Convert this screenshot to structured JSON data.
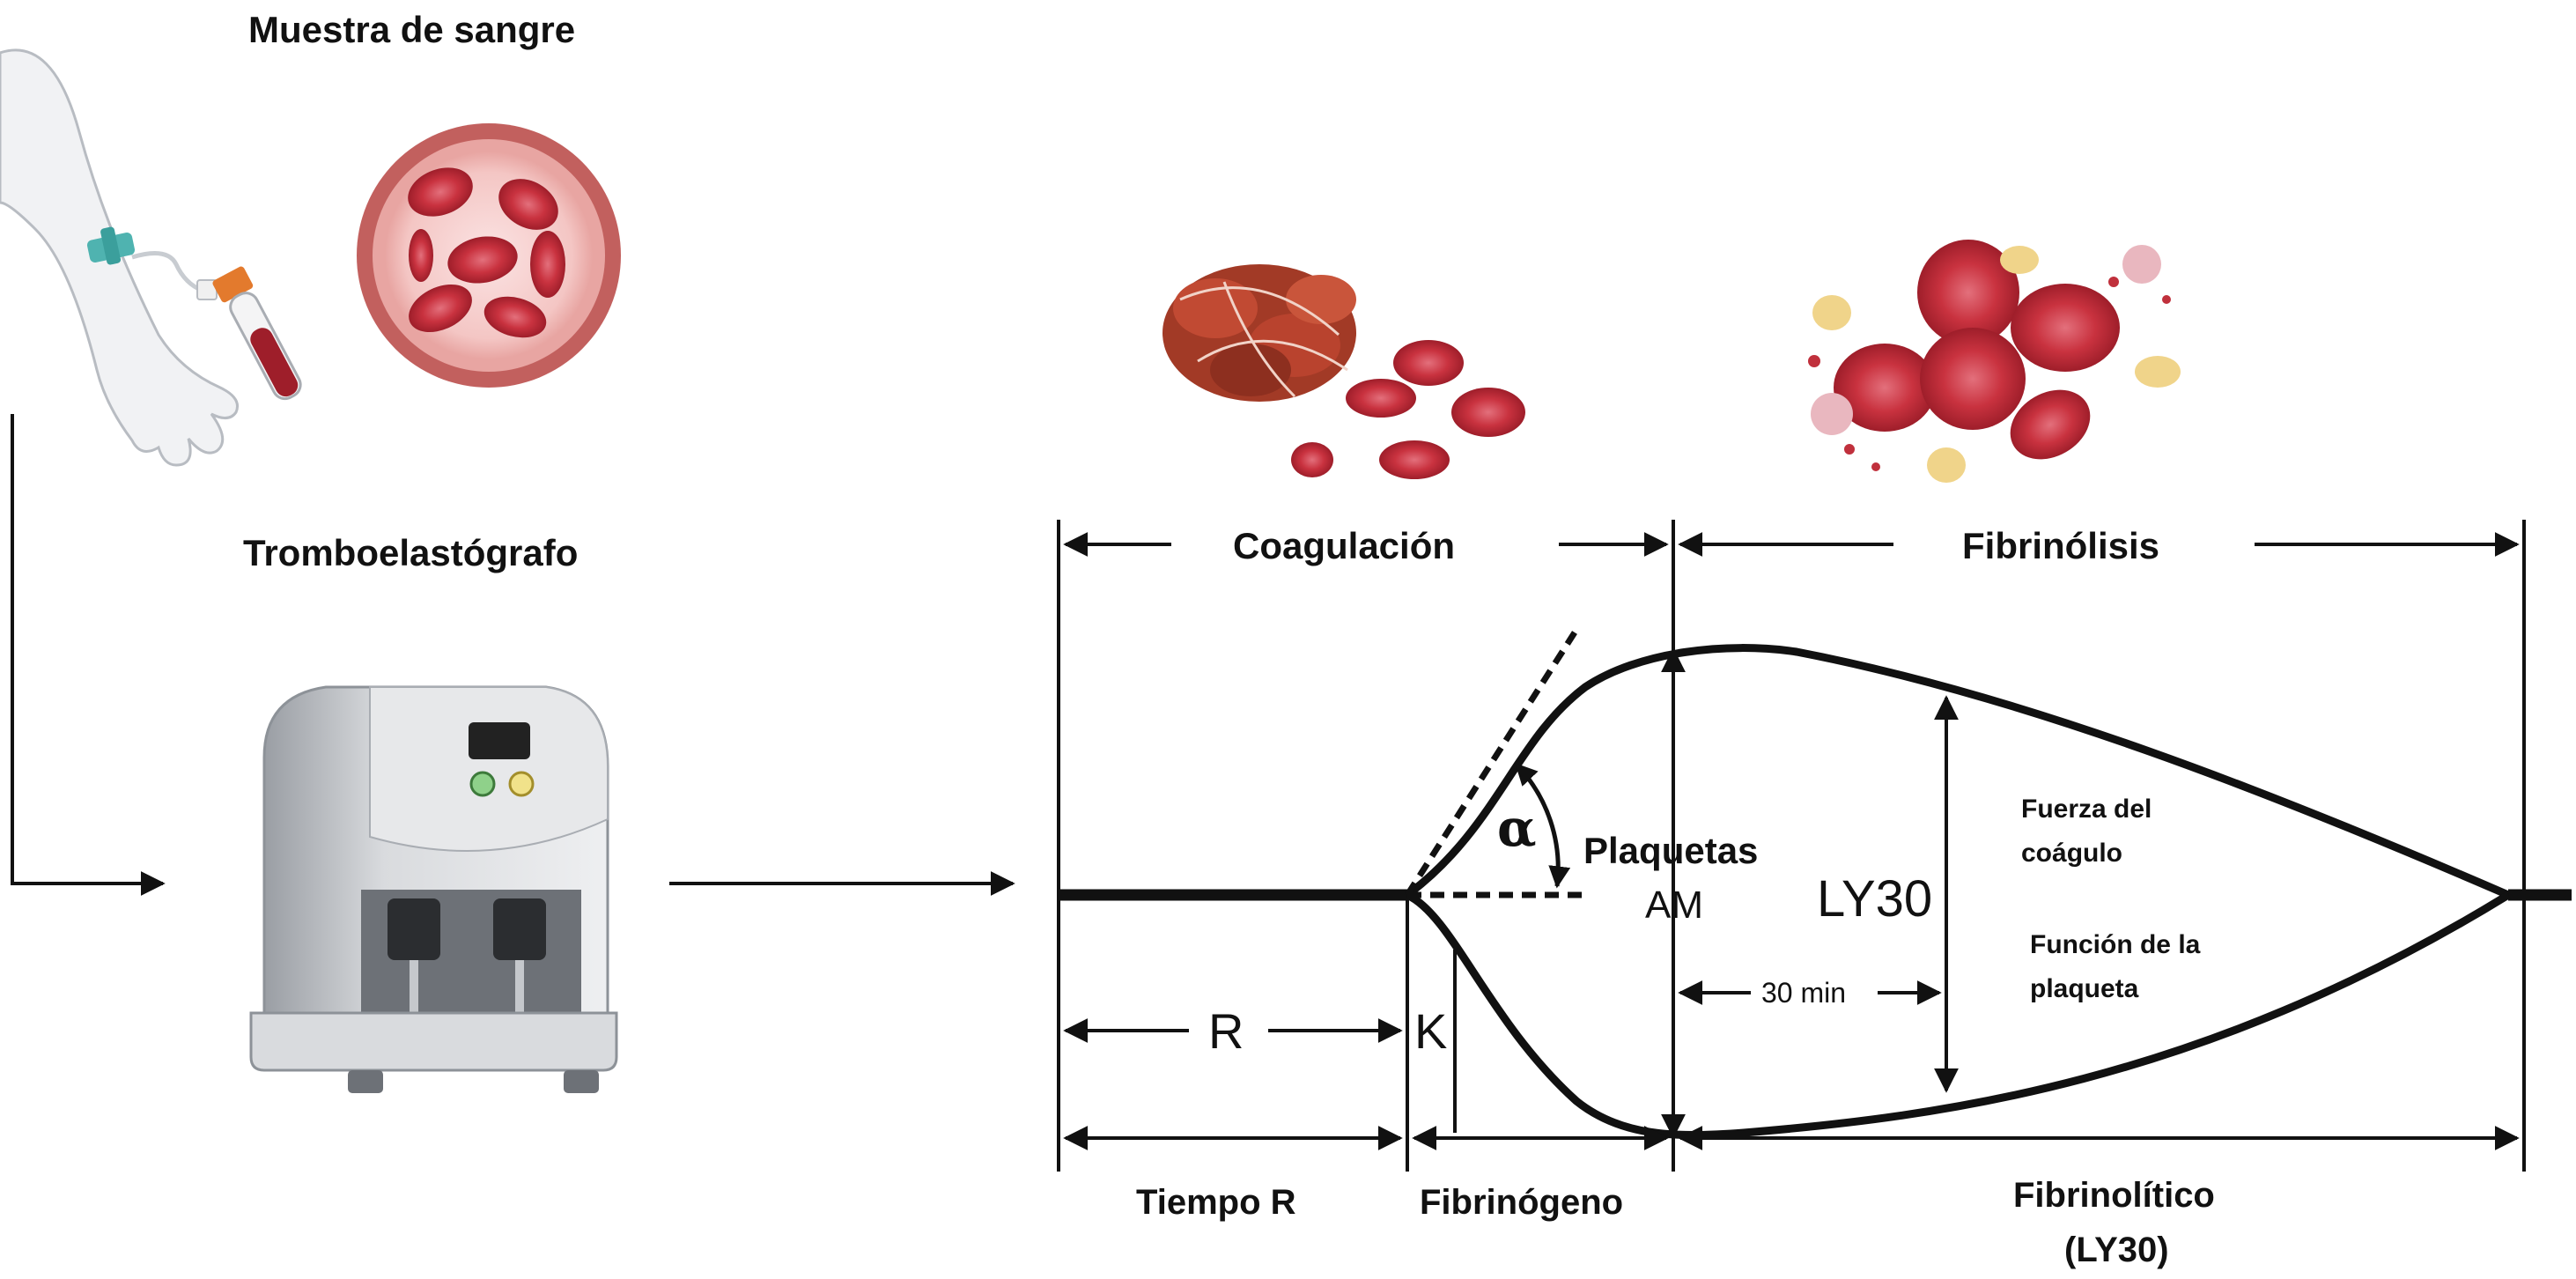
{
  "left_panel": {
    "sample_title": "Muestra de sangre",
    "device_title": "Tromboelastógrafo"
  },
  "phases": {
    "coagulation": "Coagulación",
    "fibrinolysis": "Fibrinólisis"
  },
  "curve_labels": {
    "alpha": "α",
    "platelets": "Plaquetas",
    "am": "AM",
    "ly30": "LY30",
    "clot_strength_line1": "Fuerza del",
    "clot_strength_line2": "coágulo",
    "platelet_function_line1": "Función de la",
    "platelet_function_line2": "plaqueta",
    "thirty_min": "30 min",
    "r": "R",
    "k": "K"
  },
  "bottom_labels": {
    "r_time": "Tiempo R",
    "fibrinogen": "Fibrinógeno",
    "fibrinolytic_line1": "Fibrinolítico",
    "fibrinolytic_line2": "(LY30)"
  },
  "colors": {
    "line": "#111111",
    "blood_red": "#c0303c",
    "clot_brown": "#a23a26",
    "device_gray": "#cfd1d4",
    "skin": "#f1f2f4",
    "tourniquet": "#4fb3b0",
    "tube_cap": "#e37a2d"
  }
}
